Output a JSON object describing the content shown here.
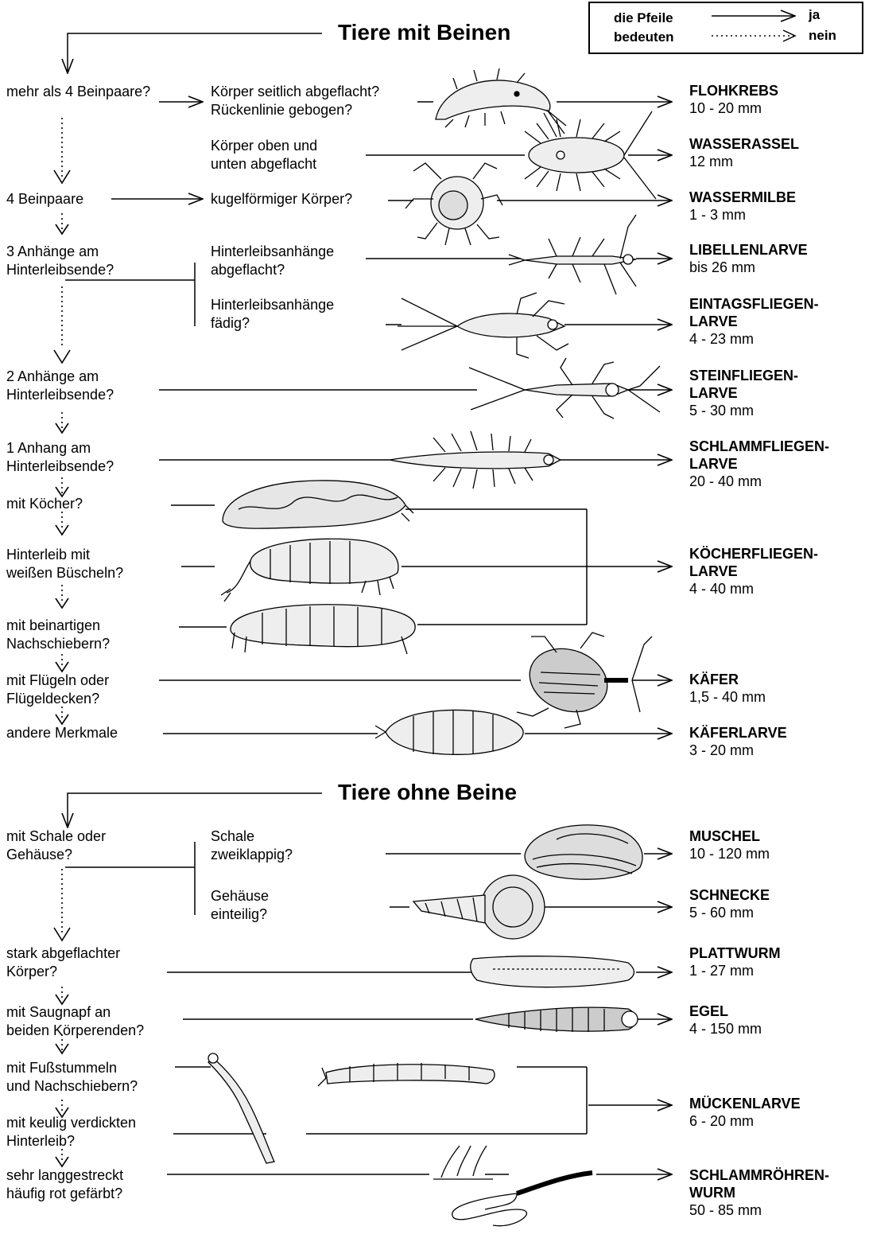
{
  "headings": {
    "with_legs": "Tiere mit Beinen",
    "without_legs": "Tiere ohne Beine"
  },
  "legend": {
    "line1": "die Pfeile",
    "line2": "bedeuten",
    "yes": "ja",
    "no": "nein"
  },
  "questions_left": {
    "q1": "mehr als 4 Beinpaare?",
    "q2": "4 Beinpaare",
    "q3": "3 Anhänge am\nHinterleibsende?",
    "q4": "2 Anhänge am\nHinterleibsende?",
    "q5": "1 Anhang am\nHinterleibsende?",
    "q6": "mit Köcher?",
    "q7": "Hinterleib mit\nweißen Büscheln?",
    "q8": "mit beinartigen\nNachschiebern?",
    "q9": "mit Flügeln oder\nFlügeldecken?",
    "q10": "andere Merkmale",
    "q11": "mit Schale oder\nGehäuse?",
    "q12": "stark abgeflachter\nKörper?",
    "q13": "mit Saugnapf an\nbeiden Körperenden?",
    "q14": "mit Fußstummeln\nund Nachschiebern?",
    "q15": "mit keulig verdickten\nHinterleib?",
    "q16": "sehr langgestreckt\nhäufig rot gefärbt?"
  },
  "questions_mid": {
    "m1": "Körper seitlich abgeflacht?\nRückenlinie gebogen?",
    "m2": "Körper oben und\nunten abgeflacht",
    "m3": "kugelförmiger Körper?",
    "m4": "Hinterleibsanhänge\nabgeflacht?",
    "m5": "Hinterleibsanhänge\nfädig?",
    "m6": "Schale\nzweiklappig?",
    "m7": "Gehäuse\neinteilig?"
  },
  "results": {
    "flohkrebs": {
      "name": "FLOHKREBS",
      "size": "10 - 20 mm"
    },
    "wasserassel": {
      "name": "WASSERASSEL",
      "size": "12 mm"
    },
    "wassermilbe": {
      "name": "WASSERMILBE",
      "size": "1 - 3 mm"
    },
    "libellenlarve": {
      "name": "LIBELLENLARVE",
      "size": "bis 26 mm"
    },
    "eintagsfliegenlarve": {
      "name": "EINTAGSFLIEGEN-\nLARVE",
      "size": "4 - 23 mm"
    },
    "steinfliegenlarve": {
      "name": "STEINFLIEGEN-\nLARVE",
      "size": "5 - 30 mm"
    },
    "schlammfliegenlarve": {
      "name": "SCHLAMMFLIEGEN-\nLARVE",
      "size": "20 - 40 mm"
    },
    "koecherfliegenlarve": {
      "name": "KÖCHERFLIEGEN-\nLARVE",
      "size": "4 - 40 mm"
    },
    "kaefer": {
      "name": "KÄFER",
      "size": "1,5 - 40 mm"
    },
    "kaeferlarve": {
      "name": "KÄFERLARVE",
      "size": "3 - 20 mm"
    },
    "muschel": {
      "name": "MUSCHEL",
      "size": "10 - 120 mm"
    },
    "schnecke": {
      "name": "SCHNECKE",
      "size": "5 - 60 mm"
    },
    "plattwurm": {
      "name": "PLATTWURM",
      "size": "1 - 27 mm"
    },
    "egel": {
      "name": "EGEL",
      "size": "4 - 150 mm"
    },
    "mueckenlarve": {
      "name": "MÜCKENLARVE",
      "size": "6 - 20 mm"
    },
    "schlammroehrenwurm": {
      "name": "SCHLAMMRÖHREN-\nWURM",
      "size": "50 - 85 mm"
    }
  }
}
